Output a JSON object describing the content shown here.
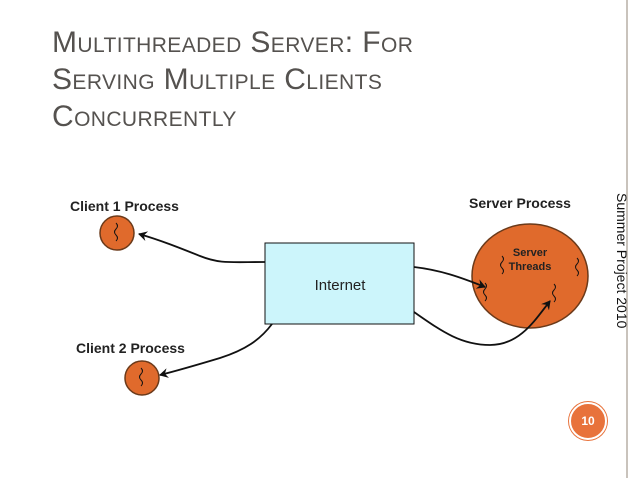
{
  "slide": {
    "title_lines": [
      "Multithreaded Server: For",
      "Serving Multiple Clients",
      "Concurrently"
    ],
    "side_label": "Summer Project 2010",
    "page_number": "10"
  },
  "diagram": {
    "client1_label": "Client 1 Process",
    "client2_label": "Client 2 Process",
    "server_label": "Server Process",
    "internet_label": "Internet",
    "server_threads_line1": "Server",
    "server_threads_line2": "Threads"
  },
  "colors": {
    "process_fill": "#e06a2c",
    "process_stroke": "#6b3a1a",
    "internet_fill": "#ccf5fb",
    "accent_badge": "#e8723b",
    "title_text": "#55524f"
  }
}
